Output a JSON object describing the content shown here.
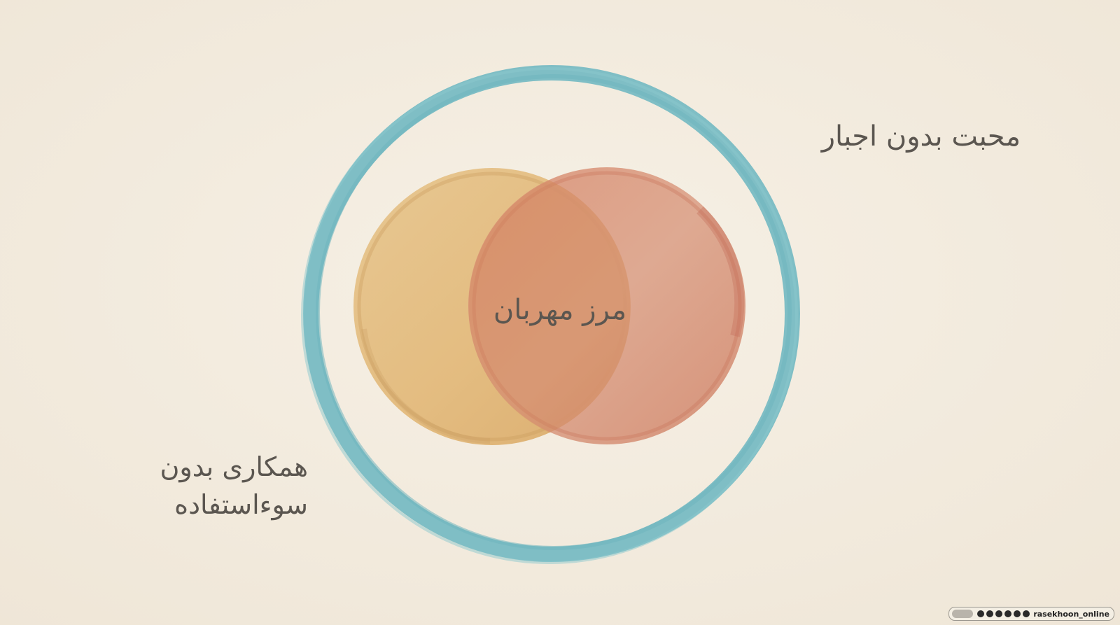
{
  "diagram": {
    "outer_label": "محبت بدون اجبار",
    "center_label": "مرز مهربان",
    "corner_label_line1": "همکاری بدون",
    "corner_label_line2": "سوءاستفاده"
  },
  "colors": {
    "background": "#f3ece0",
    "outer_ring": "#78bcc3",
    "left_circle": "#e0b57a",
    "right_circle": "#d4896a",
    "text": "#5b5650"
  },
  "watermark": {
    "handle": "rasekhoon_online",
    "icons": [
      "logo-icon",
      "instagram-icon",
      "telegram-icon",
      "youtube-icon",
      "aparat-icon",
      "eitaa-icon",
      "instagram-icon"
    ]
  }
}
